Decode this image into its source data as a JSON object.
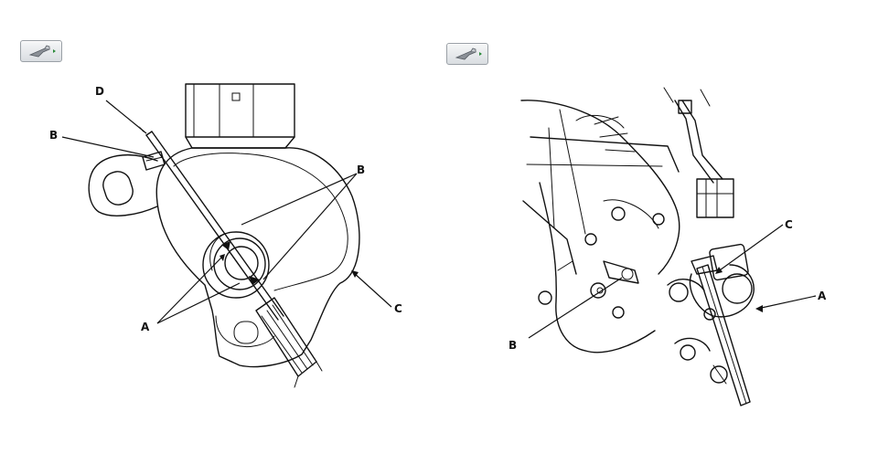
{
  "toolbar": {
    "tool_icon_name": "tool-icon"
  },
  "left_figure": {
    "callouts": {
      "a": "A",
      "b_left": "B",
      "b_right": "B",
      "c": "C",
      "d": "D"
    }
  },
  "right_figure": {
    "callouts": {
      "a": "A",
      "b": "B",
      "c": "C"
    }
  },
  "colors": {
    "line": "#111111",
    "background": "#ffffff",
    "button_border": "#9aa0a6"
  }
}
